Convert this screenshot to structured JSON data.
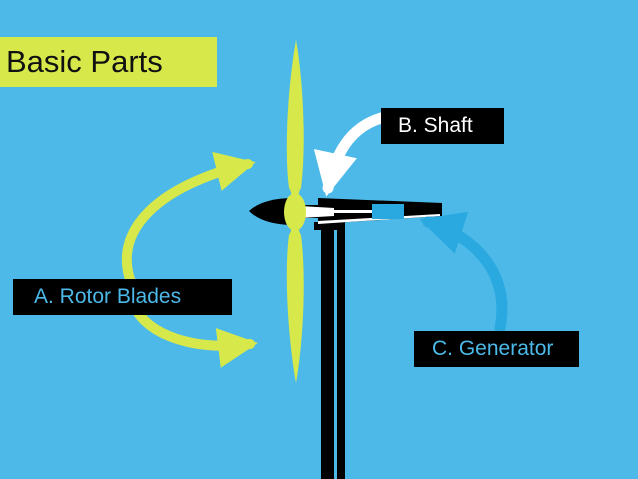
{
  "title": "Basic Parts",
  "labels": {
    "rotor_blades": "A. Rotor Blades",
    "shaft": "B. Shaft",
    "generator": "C. Generator"
  },
  "colors": {
    "background": "#4cb9e8",
    "blade": "#d7e84a",
    "tower": "#000000",
    "shaft_arrow": "#ffffff",
    "generator": "#2aa9e0"
  }
}
